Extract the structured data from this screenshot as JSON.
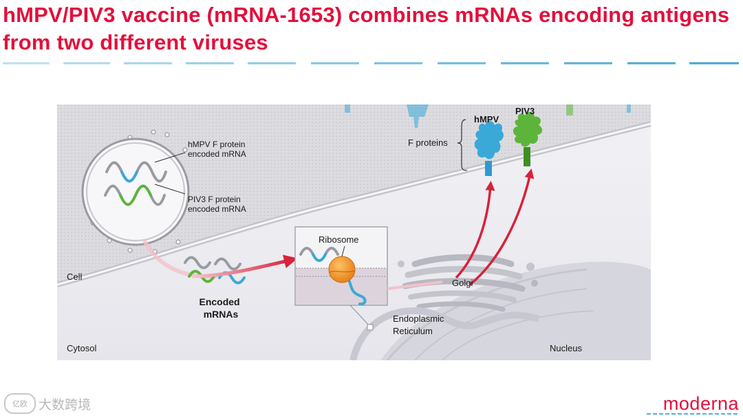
{
  "slide": {
    "title": "hMPV/PIV3 vaccine (mRNA-1653) combines mRNAs encoding antigens from two different viruses"
  },
  "diagram": {
    "labels": {
      "hmpv_mrna": [
        "hMPV F protein",
        "encoded mRNA"
      ],
      "piv3_mrna": [
        "PIV3 F protein",
        "encoded mRNA"
      ],
      "cell": "Cell",
      "cytosol": "Cytosol",
      "nucleus": "Nucleus",
      "encoded_mrnas": [
        "Encoded",
        "mRNAs"
      ],
      "ribosome": "Ribosome",
      "golgi": "Golgi",
      "er": [
        "Endoplasmic",
        "Reticulum"
      ],
      "f_proteins": "F proteins",
      "hmpv": "hMPV",
      "piv3": "PIV3"
    },
    "colors": {
      "hmpv": "#3aa9d8",
      "piv3": "#5cb53a",
      "arrow": "#d9213a",
      "ribosome": "#f0931e",
      "membrane": "#d9d9de",
      "cytoplasm": "#ececf0"
    }
  },
  "footer": {
    "watermark_logo": "亿欧",
    "watermark_text": "大数跨境",
    "brand": "moderna"
  }
}
